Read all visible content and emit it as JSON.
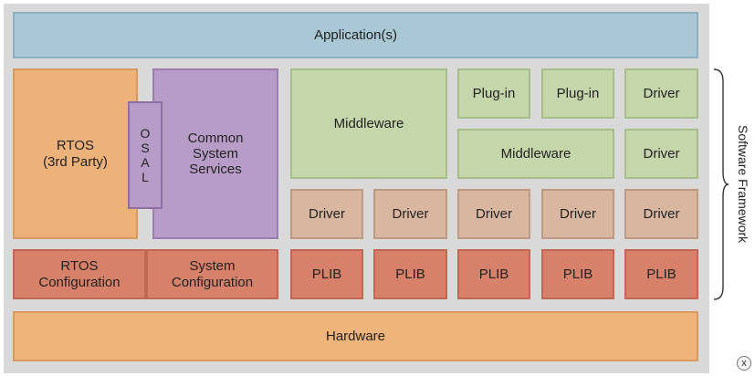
{
  "application": "Application(s)",
  "rtos": "RTOS\n(3rd Party)",
  "osal": [
    "O",
    "S",
    "A",
    "L"
  ],
  "common_system_services": "Common\nSystem\nServices",
  "middleware_main": "Middleware",
  "middleware_secondary": "Middleware",
  "plugin_1": "Plug-in",
  "plugin_2": "Plug-in",
  "driver_top_1": "Driver",
  "driver_top_2": "Driver",
  "drivers_row": [
    "Driver",
    "Driver",
    "Driver",
    "Driver",
    "Driver"
  ],
  "rtos_configuration": "RTOS\nConfiguration",
  "system_configuration": "System\nConfiguration",
  "plib_row": [
    "PLIB",
    "PLIB",
    "PLIB",
    "PLIB",
    "PLIB"
  ],
  "hardware": "Hardware",
  "software_framework": "Software Framework",
  "close_icon_glyph": "x"
}
